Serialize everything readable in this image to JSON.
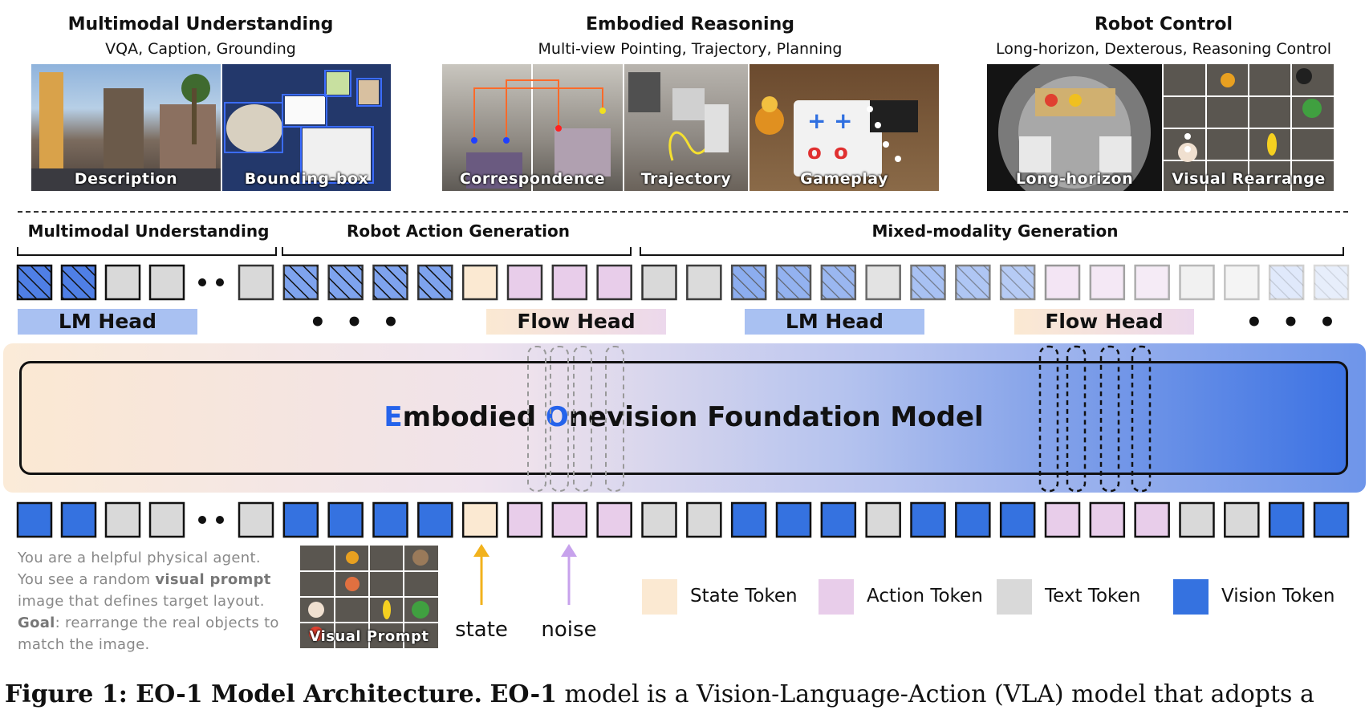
{
  "top_panels": [
    {
      "title": "Multimodal Understanding",
      "subtitle": "VQA, Caption, Grounding",
      "images": [
        {
          "caption": "Description"
        },
        {
          "caption": "Bounding-box"
        }
      ]
    },
    {
      "title": "Embodied Reasoning",
      "subtitle": "Multi-view Pointing, Trajectory, Planning",
      "images": [
        {
          "caption": "Correspondence"
        },
        {
          "caption": "Trajectory"
        },
        {
          "caption": "Gameplay"
        }
      ]
    },
    {
      "title": "Robot Control",
      "subtitle": "Long-horizon, Dexterous, Reasoning Control",
      "images": [
        {
          "caption": "Long-horizon"
        },
        {
          "caption": "Visual Rearrange"
        }
      ]
    }
  ],
  "sections": {
    "multimodal": "Multimodal Understanding",
    "robot_action": "Robot Action Generation",
    "mixed": "Mixed-modality Generation"
  },
  "heads": {
    "lm_head_1": "LM Head",
    "flow_head_1": "Flow Head",
    "lm_head_2": "LM Head",
    "flow_head_2": "Flow Head",
    "ellipsis": "• • •"
  },
  "model": {
    "prefix_e": "E",
    "rest_e": "mbodied ",
    "prefix_o": "O",
    "rest_o": "nevision Foundation Model",
    "accent_color": "#2563eb"
  },
  "prompt": {
    "line1": "You are a helpful physical agent.",
    "line2a": "You see a random ",
    "line2b": "visual prompt",
    "line3": "image that defines target layout.",
    "line4a": "Goal",
    "line4b": ": rearrange the real objects to",
    "line5": "match the image.",
    "image_caption": "Visual Prompt"
  },
  "arrows": {
    "state": "state",
    "noise": "noise"
  },
  "legend": [
    {
      "label": "State Token",
      "color": "#fbe9d2"
    },
    {
      "label": "Action Token",
      "color": "#e8cdea"
    },
    {
      "label": "Text Token",
      "color": "#d9d9d9"
    },
    {
      "label": "Vision Token",
      "color": "#3572e0"
    }
  ],
  "caption": {
    "bold1": "Figure 1: EO-1 Model Architecture.",
    "bold2": "EO-1",
    "rest": " model is a Vision-Language-Action (VLA) model that adopts a"
  },
  "colors": {
    "vision": "#3572e0",
    "text": "#d9d9d9",
    "state": "#fbe9d2",
    "action": "#e8cdea"
  }
}
